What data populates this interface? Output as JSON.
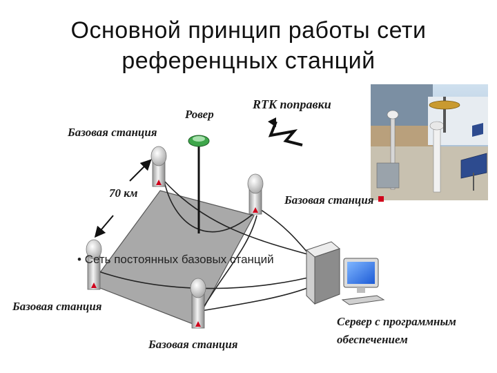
{
  "slide": {
    "title_line1": "Основной принцип работы сети",
    "title_line2": "референцных станций"
  },
  "diagram": {
    "label_rover": "Ровер",
    "label_rtk": "RTK поправки",
    "label_base_top_left": "Базовая станция",
    "label_base_right": "Базовая станция",
    "label_base_left": "Базовая станция",
    "label_base_bottom": "Базовая станция",
    "label_distance": "70 км",
    "label_server_line1": "Сервер с программным",
    "label_server_line2": "обеспечением",
    "bullet_text": "Сеть постоянных базовых станций"
  },
  "colors": {
    "plane": "#a9a9a9",
    "rover_antenna": "#3ea64a",
    "accent_red": "#d0021b"
  }
}
